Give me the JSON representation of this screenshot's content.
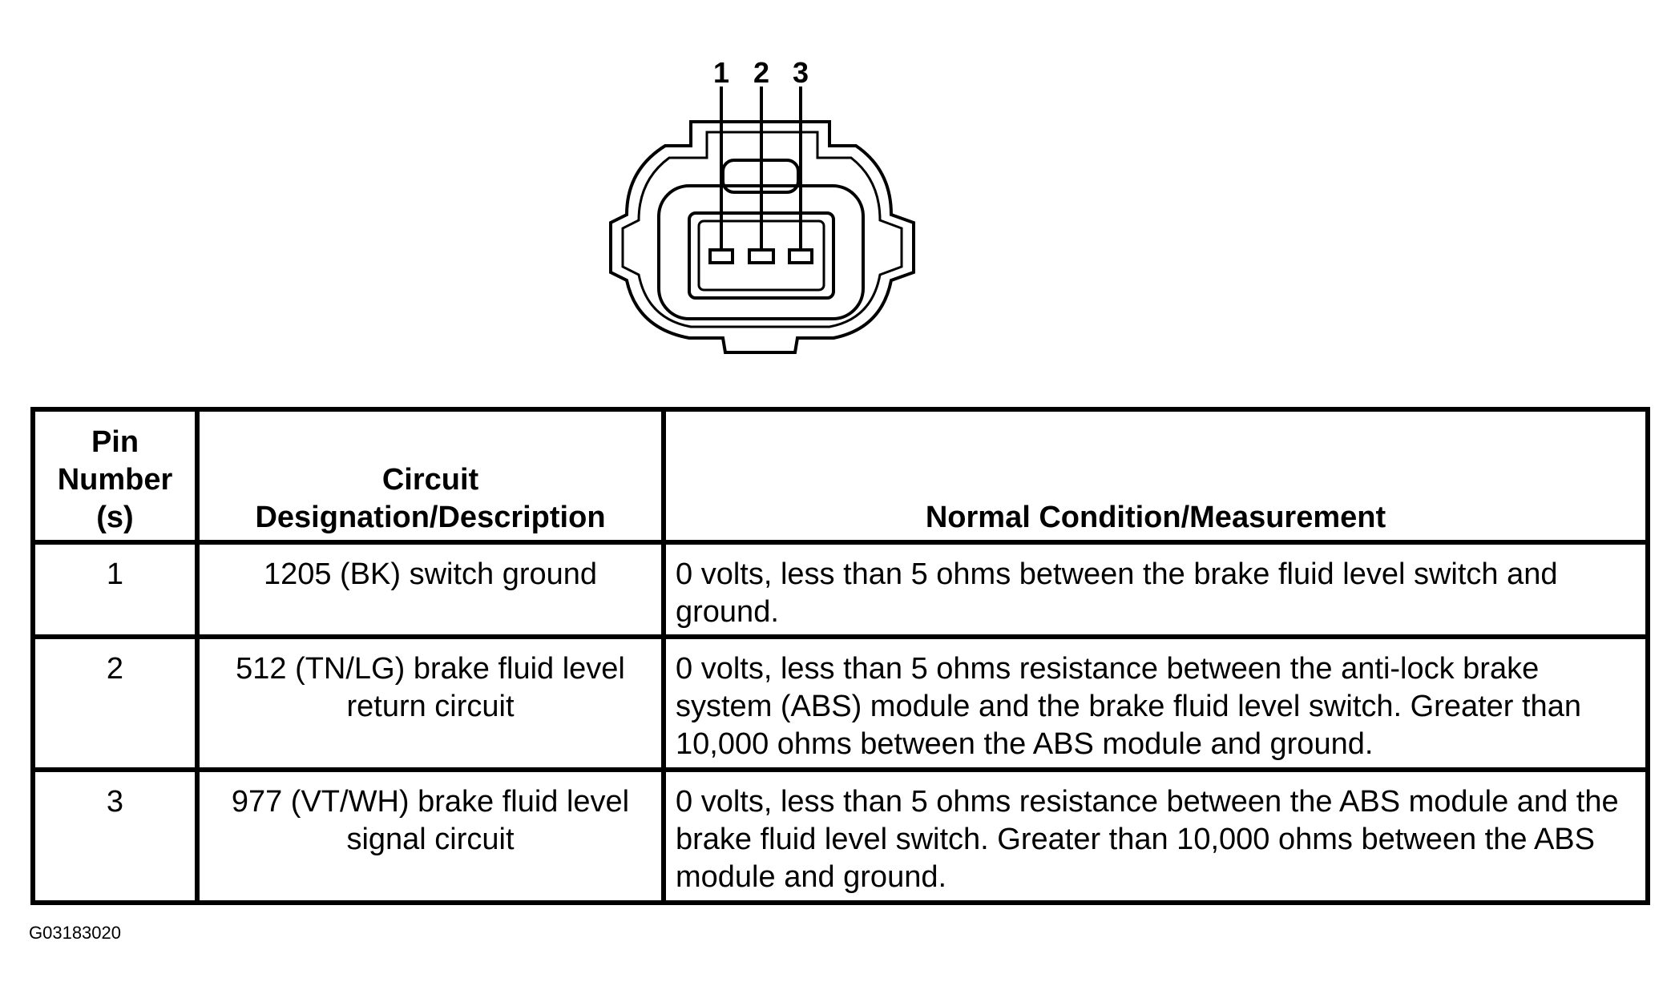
{
  "connector": {
    "pin_labels": [
      "1",
      "2",
      "3"
    ]
  },
  "table": {
    "headers": {
      "pin": [
        "Pin",
        "Number",
        "(s)"
      ],
      "circuit": [
        "Circuit",
        "Designation/Description"
      ],
      "measurement": "Normal Condition/Measurement"
    },
    "rows": [
      {
        "pin": "1",
        "circuit": "1205 (BK) switch ground",
        "measurement": "0 volts, less than 5 ohms between the brake fluid level switch and ground."
      },
      {
        "pin": "2",
        "circuit": "512 (TN/LG) brake fluid level return circuit",
        "measurement": "0 volts, less than 5 ohms resistance between the anti-lock brake system (ABS) module and the brake fluid level switch. Greater than 10,000 ohms between the ABS module and ground."
      },
      {
        "pin": "3",
        "circuit": "977 (VT/WH) brake fluid level signal circuit",
        "measurement": "0 volts, less than 5 ohms resistance between the ABS module and the brake fluid level switch. Greater than 10,000 ohms between the ABS module and ground."
      }
    ]
  },
  "figure_id": "G03183020"
}
